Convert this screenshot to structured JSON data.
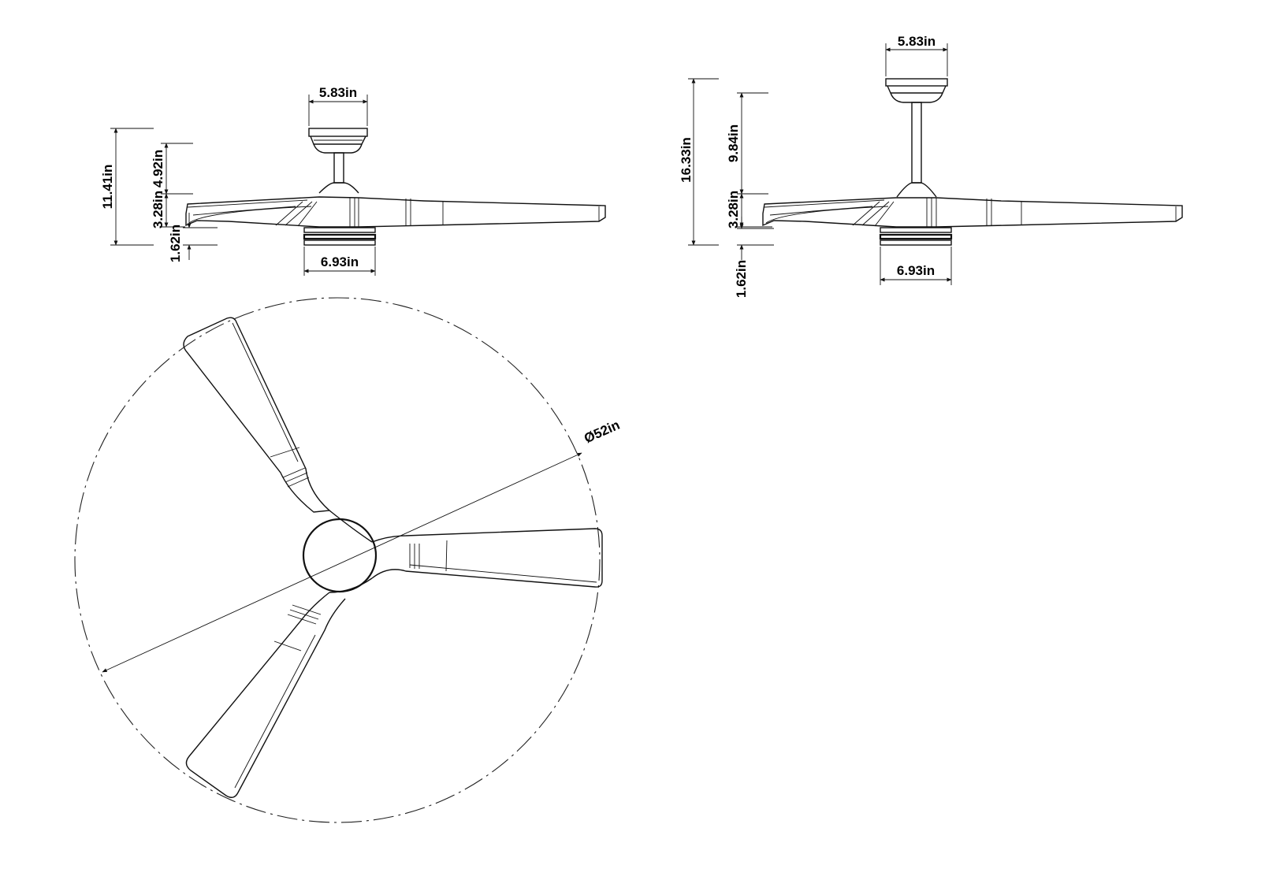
{
  "low_profile_view": {
    "canopy_width": "5.83in",
    "total_height": "11.41in",
    "downrod_height": "4.92in",
    "motor_height": "3.28in",
    "light_kit_height": "1.62in",
    "light_kit_width": "6.93in"
  },
  "downrod_view": {
    "canopy_width": "5.83in",
    "total_height": "16.33in",
    "downrod_height": "9.84in",
    "motor_height": "3.28in",
    "light_kit_height": "1.62in",
    "light_kit_width": "6.93in"
  },
  "top_view": {
    "diameter": "Ø52in",
    "blade_count": 3
  }
}
